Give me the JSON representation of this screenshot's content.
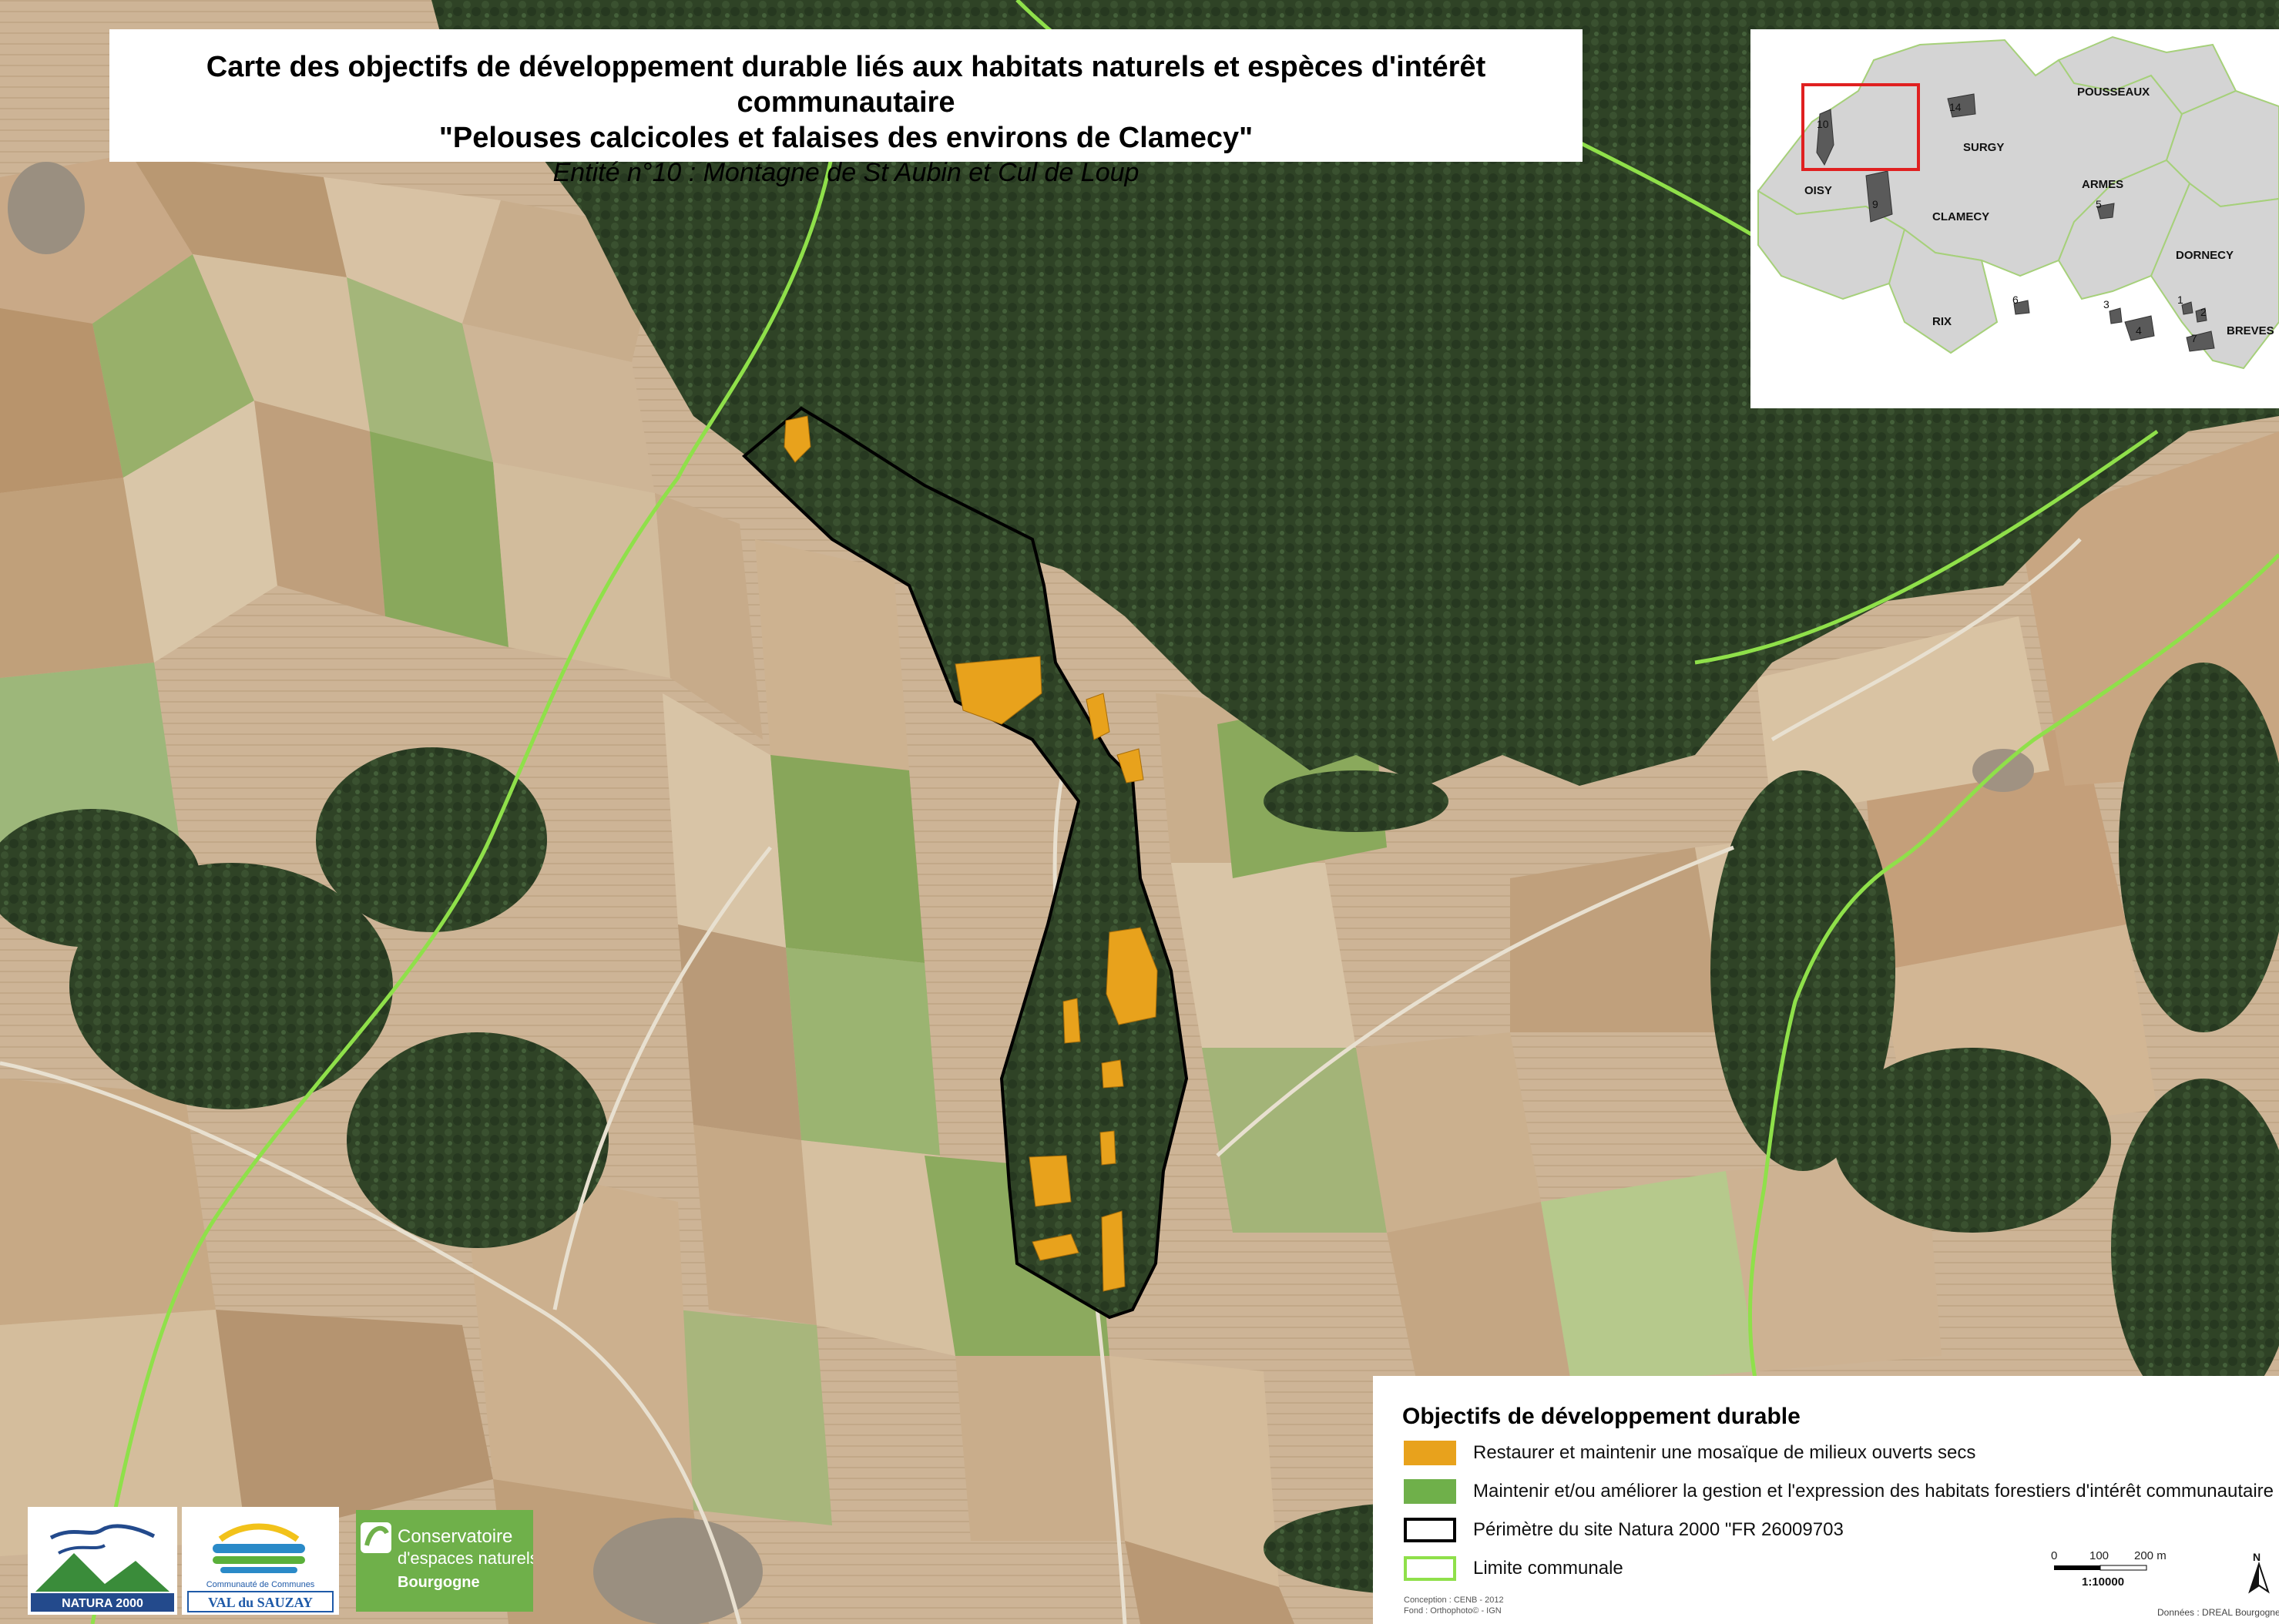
{
  "title": {
    "line1": "Carte des objectifs de développement durable liés aux habitats naturels et espèces d'intérêt communautaire",
    "line2": "\"Pelouses calcicoles et falaises des environs de Clamecy\"",
    "line3": "Entité n°10 : Montagne de St Aubin et Cul de Loup"
  },
  "inset": {
    "communes": [
      "POUSSEAUX",
      "SURGY",
      "OISY",
      "CLAMECY",
      "ARMES",
      "DORNECY",
      "RIX",
      "BREVES"
    ],
    "entity_numbers": [
      "10",
      "14",
      "9",
      "5",
      "6",
      "3",
      "4",
      "1",
      "2",
      "7"
    ]
  },
  "legend": {
    "title": "Objectifs de développement durable",
    "items": [
      {
        "label": "Restaurer et maintenir une mosaïque de milieux ouverts secs",
        "color": "#e8a21c",
        "style": "fill"
      },
      {
        "label": "Maintenir et/ou améliorer la gestion et l'expression des habitats forestiers d'intérêt communautaire",
        "color": "#6fb04a",
        "style": "fill"
      },
      {
        "label": "Périmètre du site Natura 2000 \"FR 26009703",
        "color": "#000000",
        "style": "outline"
      },
      {
        "label": "Limite communale",
        "color": "#8fe04a",
        "style": "outline"
      }
    ],
    "credits": [
      "Conception : CENB - 2012",
      "Fond : Orthophoto© - IGN"
    ],
    "scale": {
      "ticks": [
        "0",
        "100",
        "200 m"
      ],
      "ratio": "1:10000"
    },
    "north_label": "N",
    "data_source": "Données : DREAL Bourgogne - CENB"
  },
  "logos": {
    "natura": "NATURA 2000",
    "comcom_top": "Communauté de Communes",
    "comcom_name": "VAL du SAUZAY",
    "cen_line1": "Conservatoire",
    "cen_line2": "d'espaces naturels",
    "cen_line3": "Bourgogne"
  },
  "colors": {
    "forest": "#2f4326",
    "field_light": "#cfb89a",
    "field_green": "#8fae5c",
    "orange": "#e8a21c",
    "commune_line": "#8fe04a",
    "site_outline": "#000000",
    "inset_commune": "#d4d4d4",
    "inset_frame": "#e02020"
  }
}
